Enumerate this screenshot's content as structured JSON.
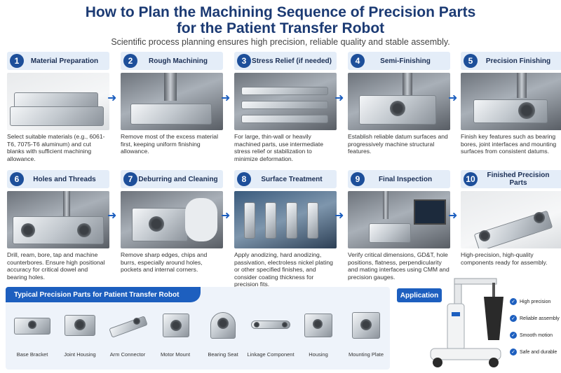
{
  "header": {
    "title_line1": "How to Plan the Machining Sequence of Precision Parts",
    "title_line2": "for the Patient Transfer Robot",
    "subtitle": "Scientific process planning ensures high precision, reliable quality and stable assembly."
  },
  "steps": [
    {
      "num": "1",
      "title": "Material Preparation",
      "text": "Select suitable materials (e.g., 6061-T6, 7075-T6 aluminum) and cut blanks with sufficient machining allowance."
    },
    {
      "num": "2",
      "title": "Rough Machining",
      "text": "Remove most of the excess material first, keeping uniform finishing allowance."
    },
    {
      "num": "3",
      "title": "Stress Relief (if needed)",
      "text": "For large, thin-wall or heavily machined parts, use intermediate stress relief or stabilization to minimize deformation."
    },
    {
      "num": "4",
      "title": "Semi-Finishing",
      "text": "Establish reliable datum surfaces and progressively machine structural features."
    },
    {
      "num": "5",
      "title": "Precision Finishing",
      "text": "Finish key features such as bearing bores, joint interfaces and mounting surfaces from consistent datums."
    },
    {
      "num": "6",
      "title": "Holes and Threads",
      "text": "Drill, ream, bore, tap and machine counterbores. Ensure high positional accuracy for critical dowel and bearing holes."
    },
    {
      "num": "7",
      "title": "Deburring and Cleaning",
      "text": "Remove sharp edges, chips and burrs, especially around holes, pockets and internal corners."
    },
    {
      "num": "8",
      "title": "Surface Treatment",
      "text": "Apply anodizing, hard anodizing, passivation, electroless nickel plating or other specified finishes, and consider coating thickness for precision fits."
    },
    {
      "num": "9",
      "title": "Final Inspection",
      "text": "Verify critical dimensions, GD&T, hole positions, flatness, perpendicularity and mating interfaces using CMM and precision gauges."
    },
    {
      "num": "10",
      "title": "Finished Precision Parts",
      "text": "High-precision, high-quality components ready for assembly."
    }
  ],
  "typical_parts": {
    "title": "Typical Precision Parts for Patient Transfer Robot",
    "items": [
      "Base Bracket",
      "Joint Housing",
      "Arm Connector",
      "Motor Mount",
      "Bearing Seat",
      "Linkage Component",
      "Housing",
      "Mounting Plate"
    ]
  },
  "application": {
    "badge": "Application",
    "benefits": [
      "High precision",
      "Reliable assembly",
      "Smooth motion",
      "Safe and durable"
    ]
  },
  "colors": {
    "primary": "#1d5fbf",
    "title": "#1b3a73",
    "header_bg": "#e4edf8"
  }
}
